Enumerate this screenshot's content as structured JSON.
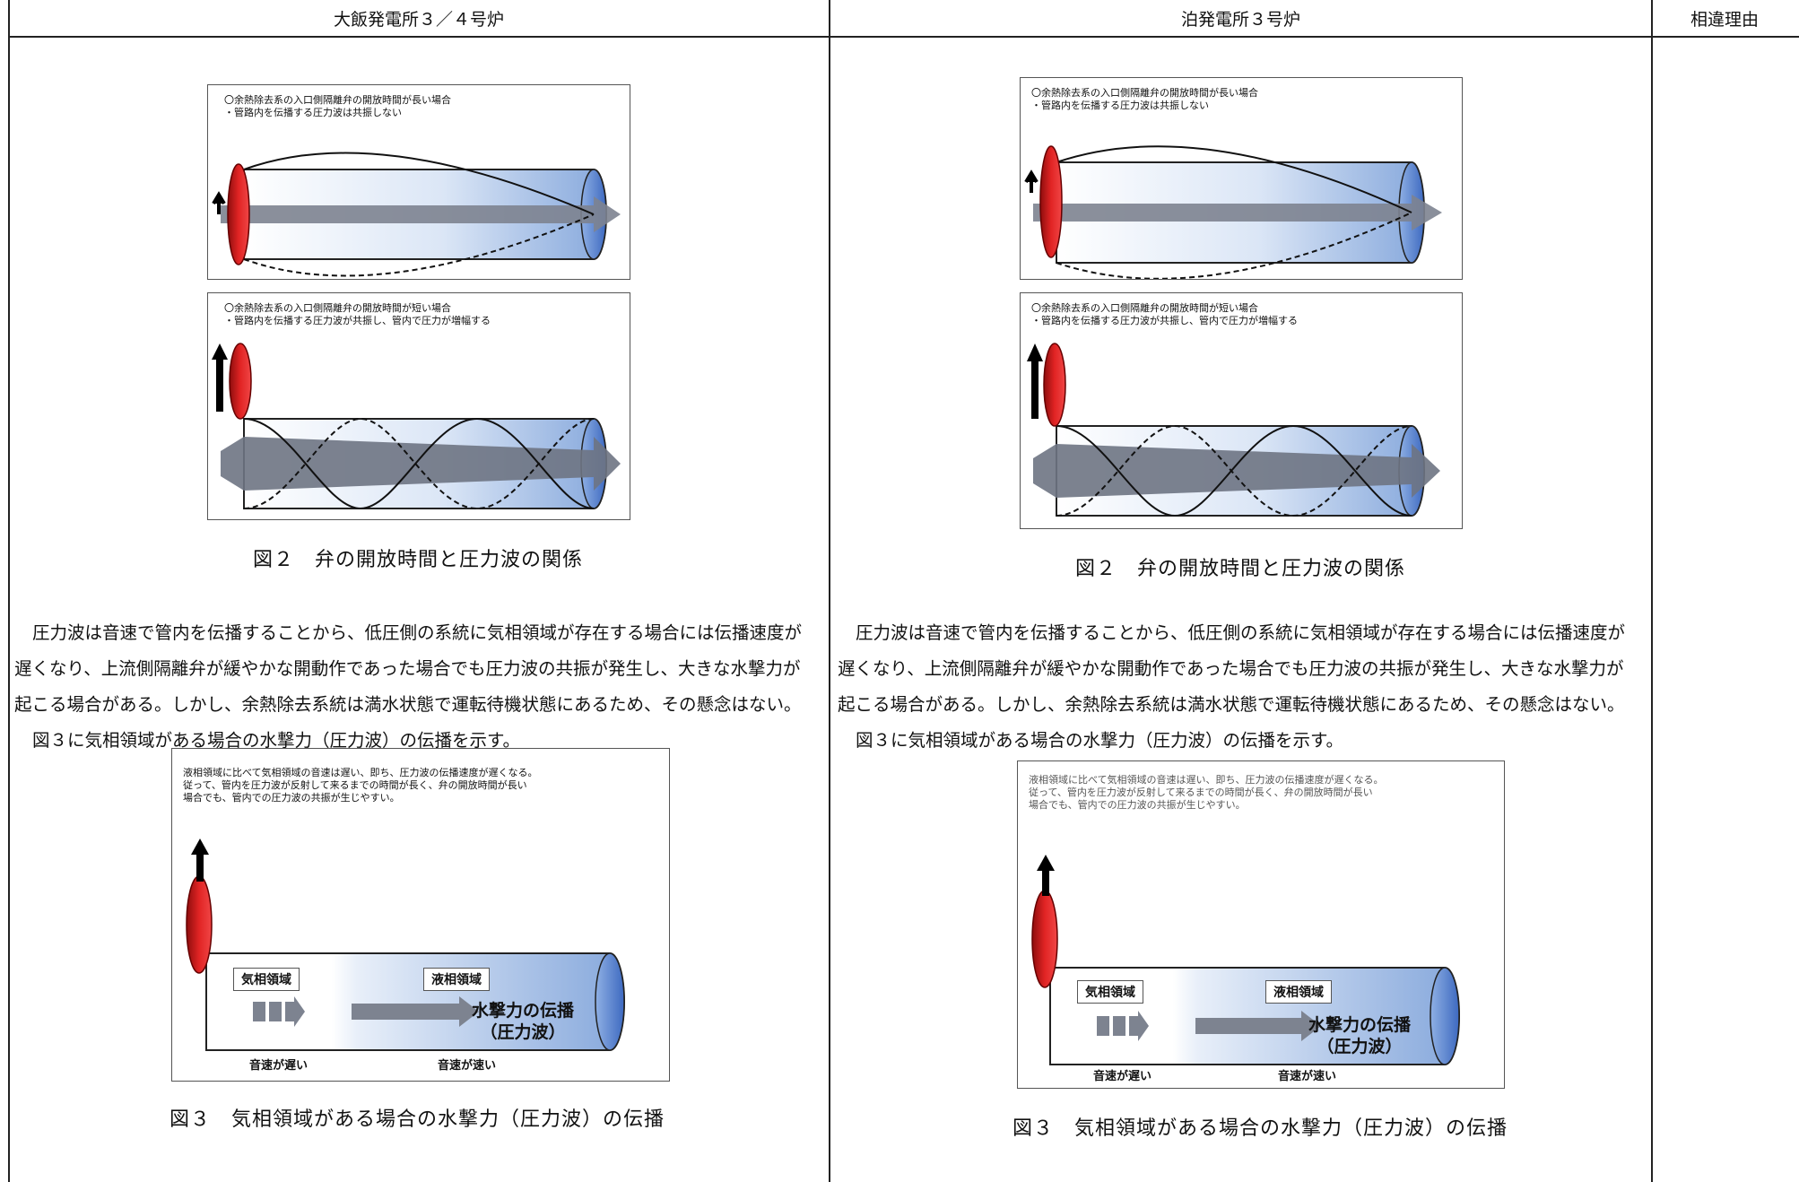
{
  "headers": {
    "left": "大飯発電所３／４号炉",
    "right": "泊発電所３号炉",
    "reason": "相違理由"
  },
  "left": {
    "fig2": {
      "top_note": "〇余熱除去系の入口側隔離弁の開放時間が長い場合\n・管路内を伝播する圧力波は共振しない",
      "bottom_note": "〇余熱除去系の入口側隔離弁の開放時間が短い場合\n・管路内を伝播する圧力波が共振し、管内で圧力が増幅する",
      "caption": "図２　弁の開放時間と圧力波の関係"
    },
    "paragraph": [
      "圧力波は音速で管内を伝播することから、低圧側の系統に気相領域が存在する場合には伝播速度が",
      "遅くなり、上流側隔離弁が緩やかな開動作であった場合でも圧力波の共振が発生し、大きな水撃力が",
      "起こる場合がある。しかし、余熱除去系統は満水状態で運転待機状態にあるため、その懸念はない。",
      "図３に気相領域がある場合の水撃力（圧力波）の伝播を示す。"
    ],
    "fig3": {
      "note": "液相領域に比べて気相領域の音速は遅い、即ち、圧力波の伝播速度が遅くなる。\n従って、管内を圧力波が反射して来るまでの時間が長く、弁の開放時間が長い\n場合でも、管内での圧力波の共振が生じやすい。",
      "gas_label": "気相領域",
      "liquid_label": "液相領域",
      "water_hammer": "水撃力の伝播\n（圧力波）",
      "slow": "音速が遅い",
      "fast": "音速が速い",
      "caption": "図３　気相領域がある場合の水撃力（圧力波）の伝播"
    }
  },
  "right": {
    "fig2": {
      "top_note": "〇余熱除去系の入口側隔離弁の開放時間が長い場合\n・管路内を伝播する圧力波は共振しない",
      "bottom_note": "〇余熱除去系の入口側隔離弁の開放時間が短い場合\n・管路内を伝播する圧力波が共振し、管内で圧力が増幅する",
      "caption": "図２　弁の開放時間と圧力波の関係"
    },
    "paragraph": [
      "圧力波は音速で管内を伝播することから、低圧側の系統に気相領域が存在する場合には伝播速度が",
      "遅くなり、上流側隔離弁が緩やかな開動作であった場合でも圧力波の共振が発生し、大きな水撃力が",
      "起こる場合がある。しかし、余熱除去系統は満水状態で運転待機状態にあるため、その懸念はない。",
      "図３に気相領域がある場合の水撃力（圧力波）の伝播を示す。"
    ],
    "fig3": {
      "note": "液相領域に比べて気相領域の音速は遅い、即ち、圧力波の伝播速度が遅くなる。\n従って、管内を圧力波が反射して来るまでの時間が長く、弁の開放時間が長い\n場合でも、管内での圧力波の共振が生じやすい。",
      "gas_label": "気相領域",
      "liquid_label": "液相領域",
      "water_hammer": "水撃力の伝播\n（圧力波）",
      "slow": "音速が遅い",
      "fast": "音速が速い",
      "caption": "図３　気相領域がある場合の水撃力（圧力波）の伝播"
    }
  },
  "colors": {
    "valve_red": "#d91c1c",
    "pipe_blue": "#4f7fcf",
    "arrow_gray": "#7d8390"
  }
}
